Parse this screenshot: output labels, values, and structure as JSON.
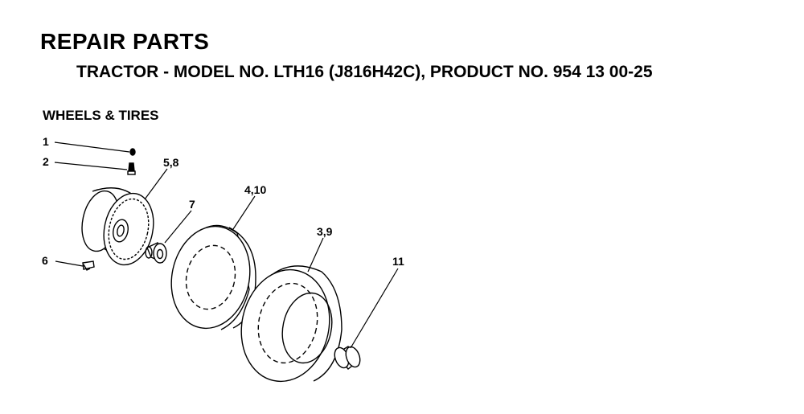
{
  "header": {
    "title": "REPAIR PARTS",
    "subtitle": "TRACTOR - MODEL NO. LTH16 (J816H42C),  PRODUCT NO. 954 13 00-25"
  },
  "section": {
    "title": "WHEELS & TIRES"
  },
  "callouts": [
    {
      "id": "c1",
      "label": "1"
    },
    {
      "id": "c2",
      "label": "2"
    },
    {
      "id": "c3",
      "label": "5,8"
    },
    {
      "id": "c4",
      "label": "7"
    },
    {
      "id": "c5",
      "label": "4,10"
    },
    {
      "id": "c6",
      "label": "3,9"
    },
    {
      "id": "c7",
      "label": "6"
    },
    {
      "id": "c8",
      "label": "11"
    }
  ]
}
